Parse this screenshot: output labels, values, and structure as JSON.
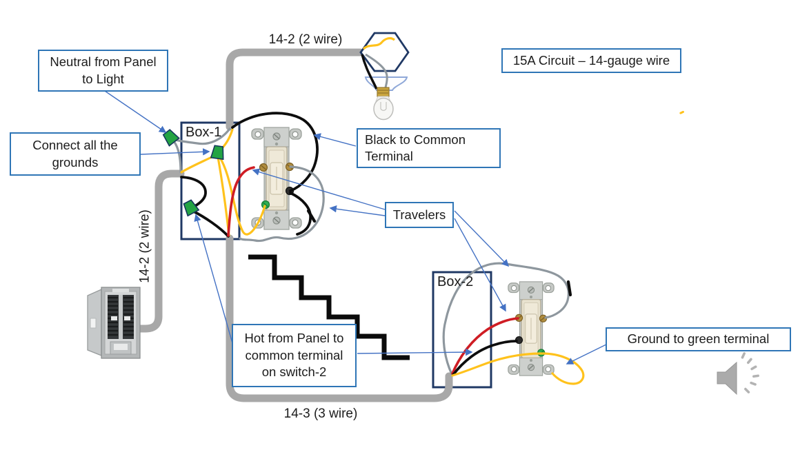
{
  "callouts": {
    "neutral": {
      "text": "Neutral from Panel\nto Light"
    },
    "grounds": {
      "text": "Connect all the\ngrounds"
    },
    "circuit": {
      "text": "15A Circuit – 14-gauge wire"
    },
    "black_common": {
      "text": "Black to Common\nTerminal"
    },
    "travelers": {
      "text": "Travelers"
    },
    "hot": {
      "text": "Hot from Panel to\ncommon terminal\non switch-2"
    },
    "ground_green": {
      "text": "Ground to green terminal"
    }
  },
  "wire_labels": {
    "top": "14-2 (2 wire)",
    "left": "14-2 (2 wire)",
    "bottom": "14-3 (3 wire)"
  },
  "boxes": {
    "box1": "Box-1",
    "box2": "Box-2"
  },
  "icons": {
    "speaker": "audio-speaker-icon"
  },
  "colors": {
    "box_border": "#1f3864",
    "callout_border": "#2e75b6",
    "leader": "#4472c4",
    "cable": "#a8a8a8",
    "wire_black": "#0d0d0d",
    "wire_gray": "#8e979e",
    "wire_red": "#cf1d24",
    "wire_yellow": "#ffc21c",
    "connector_green": "#23a343",
    "text": "#1c1c1c"
  }
}
